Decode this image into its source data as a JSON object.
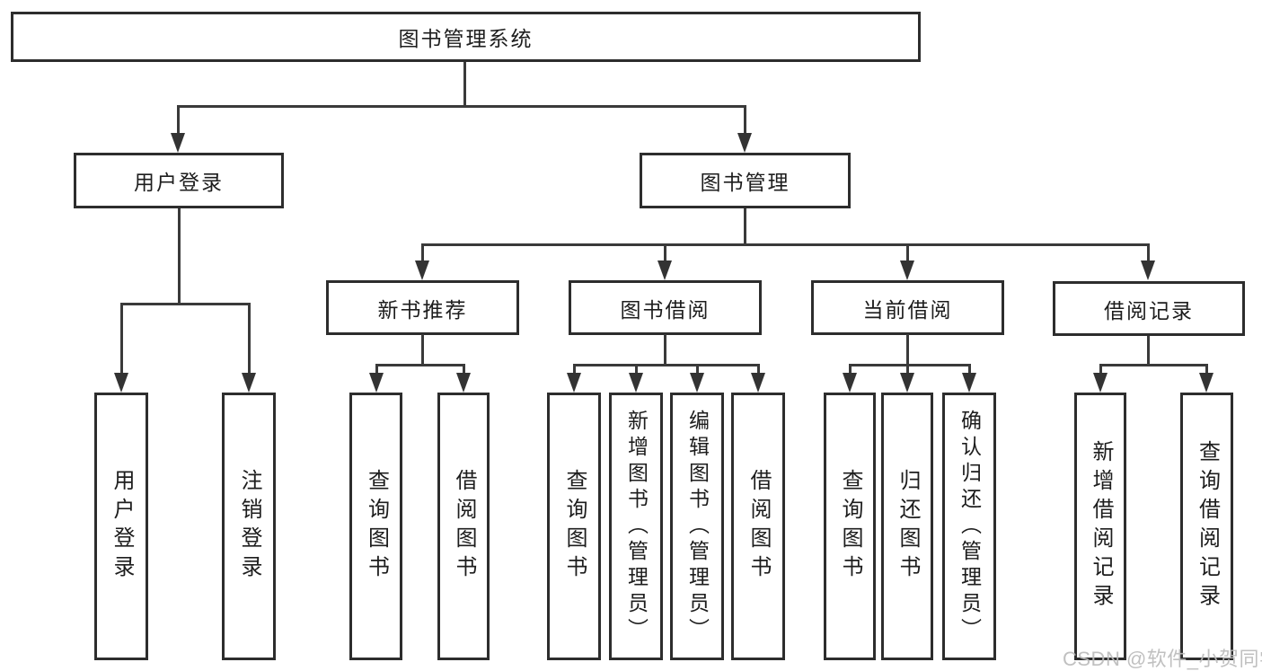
{
  "tree": {
    "label": "图书管理系统",
    "children": [
      {
        "label": "用户登录",
        "children": [
          {
            "label": "用户登录"
          },
          {
            "label": "注销登录"
          }
        ]
      },
      {
        "label": "图书管理",
        "children": [
          {
            "label": "新书推荐",
            "children": [
              {
                "label": "查询图书"
              },
              {
                "label": "借阅图书"
              }
            ]
          },
          {
            "label": "图书借阅",
            "children": [
              {
                "label": "查询图书"
              },
              {
                "label": "新增图书（管理员）"
              },
              {
                "label": "编辑图书（管理员）"
              },
              {
                "label": "借阅图书"
              }
            ]
          },
          {
            "label": "当前借阅",
            "children": [
              {
                "label": "查询图书"
              },
              {
                "label": "归还图书"
              },
              {
                "label": "确认归还（管理员）"
              }
            ]
          },
          {
            "label": "借阅记录",
            "children": [
              {
                "label": "新增借阅记录"
              },
              {
                "label": "查询借阅记录"
              }
            ]
          }
        ]
      }
    ]
  },
  "watermark": {
    "text": "CSDN @软件_小贺同学"
  },
  "colors": {
    "line": "#3a3a3a",
    "border": "#2d2d2d",
    "text": "#1d1d1d",
    "background": "#ffffff",
    "watermark": "#bbbbbb"
  }
}
